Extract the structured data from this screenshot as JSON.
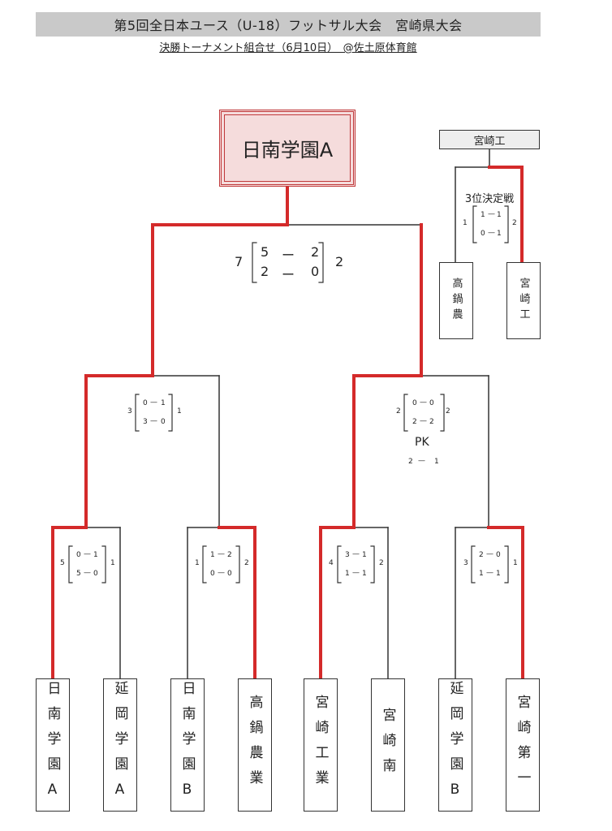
{
  "header": {
    "title": "第5回全日本ユース（U-18）フットサル大会　宮崎県大会",
    "subtitle": "決勝トーナメント組合せ（6月10日）　@佐土原体育館"
  },
  "champion": "日南学園A",
  "third_place": {
    "winner": "宮崎工",
    "title": "3位決定戦",
    "teams": [
      "高鍋農",
      "宮崎工"
    ],
    "left_total": "1",
    "right_total": "2",
    "h1_left": "1",
    "h1_right": "1",
    "h2_left": "0",
    "h2_right": "1"
  },
  "final": {
    "left_total": "7",
    "right_total": "2",
    "h1_left": "5",
    "h1_right": "2",
    "h2_left": "2",
    "h2_right": "0",
    "dash": "ー"
  },
  "semi_left": {
    "left_total": "3",
    "right_total": "1",
    "h1_left": "0",
    "h1_right": "1",
    "h2_left": "3",
    "h2_right": "0"
  },
  "semi_right": {
    "left_total": "2",
    "right_total": "2",
    "h1_left": "0",
    "h1_right": "0",
    "h2_left": "2",
    "h2_right": "2",
    "pk_label": "PK",
    "pk_left": "2",
    "pk_right": "1"
  },
  "quarters": [
    {
      "left_total": "5",
      "right_total": "1",
      "h1_left": "0",
      "h1_right": "1",
      "h2_left": "5",
      "h2_right": "0"
    },
    {
      "left_total": "1",
      "right_total": "2",
      "h1_left": "1",
      "h1_right": "2",
      "h2_left": "0",
      "h2_right": "0"
    },
    {
      "left_total": "4",
      "right_total": "2",
      "h1_left": "3",
      "h1_right": "1",
      "h2_left": "1",
      "h2_right": "1"
    },
    {
      "left_total": "3",
      "right_total": "1",
      "h1_left": "2",
      "h1_right": "0",
      "h2_left": "1",
      "h2_right": "1"
    }
  ],
  "teams": [
    "日南学園A",
    "延岡学園A",
    "日南学園B",
    "高鍋農業",
    "宮崎工業",
    "宮崎南",
    "延岡学園B",
    "宮崎第一"
  ],
  "colors": {
    "winner_line": "#d42a2a",
    "line": "#333333",
    "champion_fill": "#f5dcdc",
    "title_bar": "#c9c9c9"
  }
}
